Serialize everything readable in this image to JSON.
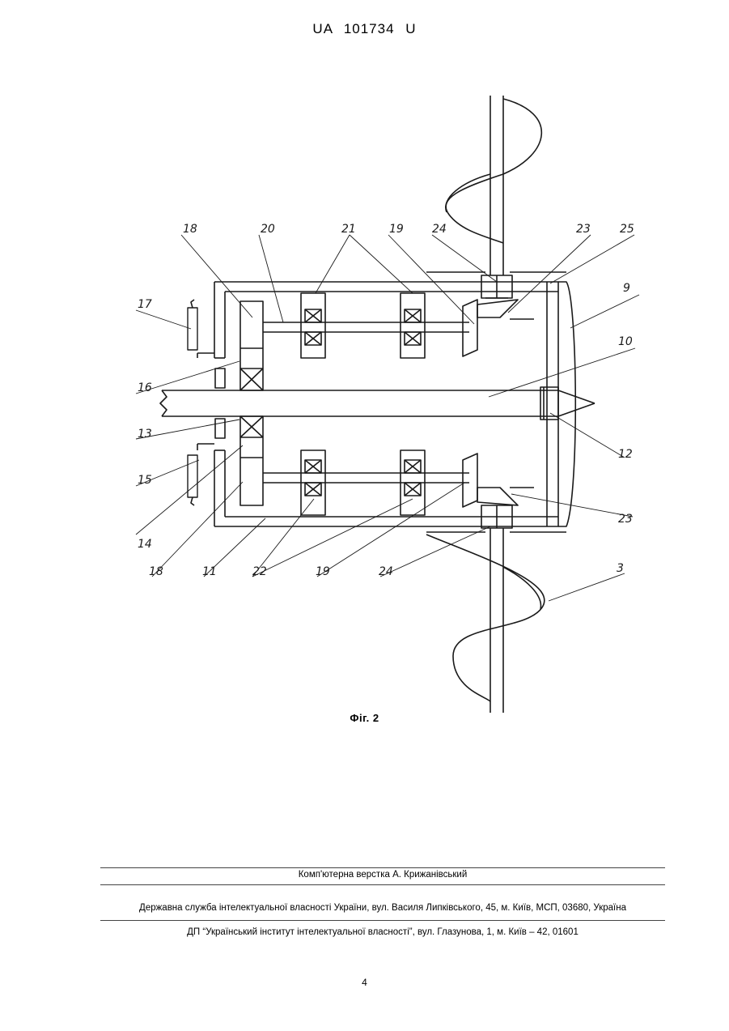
{
  "header": {
    "document_number": "UA   101734   U"
  },
  "figure": {
    "caption": "Фіг. 2",
    "labels": {
      "l18a": "18",
      "l20": "20",
      "l21": "21",
      "l19a": "19",
      "l24a": "24",
      "l23a": "23",
      "l25": "25",
      "l9": "9",
      "l17": "17",
      "l10": "10",
      "l16": "16",
      "l13": "13",
      "l12": "12",
      "l15": "15",
      "l23b": "23",
      "l14": "14",
      "l18b": "18",
      "l11": "11",
      "l22": "22",
      "l19b": "19",
      "l24b": "24",
      "l3": "3"
    }
  },
  "footer": {
    "layout_credit": "Комп'ютерна верстка А. Крижанівський",
    "agency": "Державна служба інтелектуальної власності України, вул. Василя Липківського, 45, м. Київ, МСП, 03680, Україна",
    "institute": "ДП “Український інститут інтелектуальної власності”, вул. Глазунова, 1, м. Київ – 42, 01601"
  },
  "page": {
    "number": "4"
  }
}
